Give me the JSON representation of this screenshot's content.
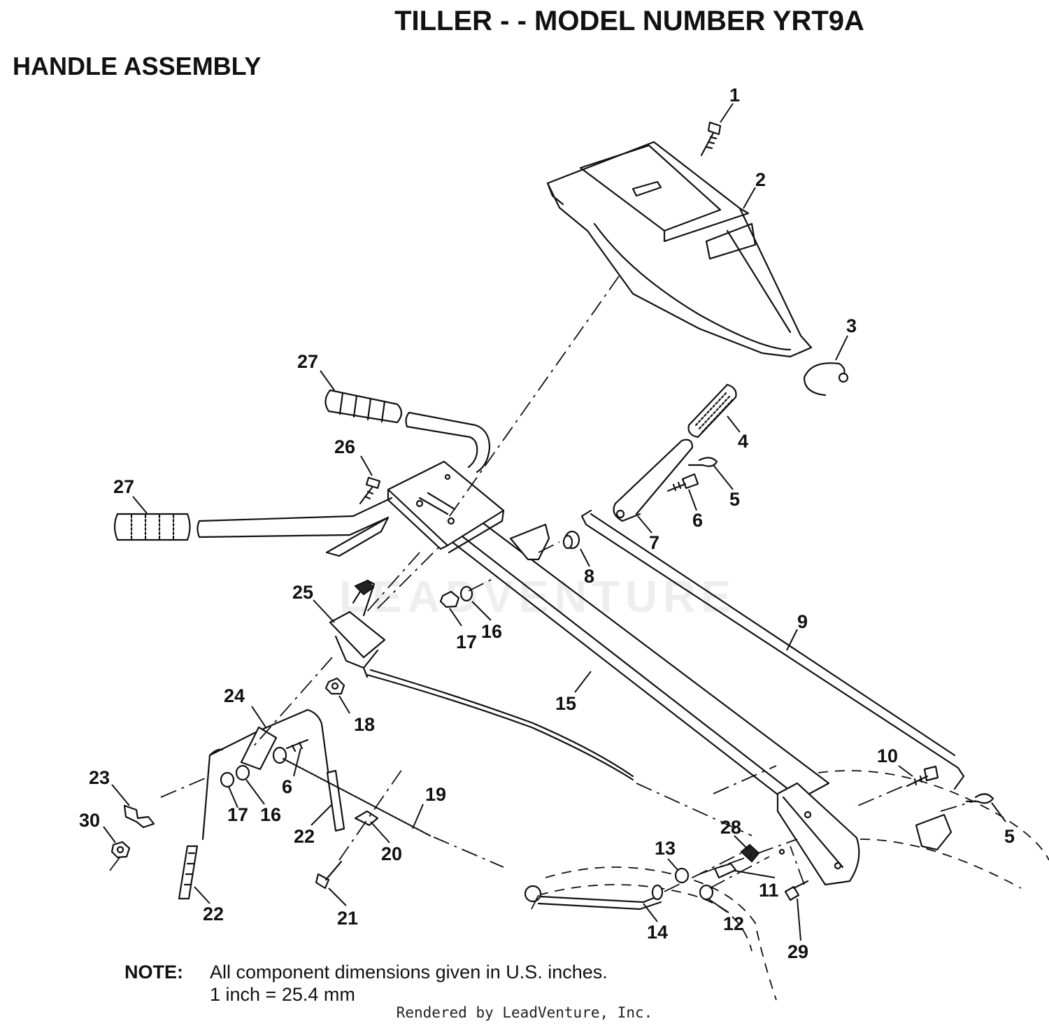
{
  "title": "TILLER - - MODEL NUMBER YRT9A",
  "subtitle": "HANDLE ASSEMBLY",
  "watermark": "LEADVENTURE",
  "callouts": {
    "c1": "1",
    "c2": "2",
    "c3": "3",
    "c4": "4",
    "c5a": "5",
    "c5b": "5",
    "c6a": "6",
    "c6b": "6",
    "c7": "7",
    "c8": "8",
    "c9": "9",
    "c10": "10",
    "c11": "11",
    "c12": "12",
    "c13": "13",
    "c14": "14",
    "c15": "15",
    "c16a": "16",
    "c16b": "16",
    "c17a": "17",
    "c17b": "17",
    "c18": "18",
    "c19": "19",
    "c20": "20",
    "c21": "21",
    "c22a": "22",
    "c22b": "22",
    "c23": "23",
    "c24": "24",
    "c25": "25",
    "c26": "26",
    "c27a": "27",
    "c27b": "27",
    "c28": "28",
    "c29": "29",
    "c30": "30"
  },
  "note": {
    "label": "NOTE:",
    "line1": "All component dimensions given in U.S. inches.",
    "line2": "1 inch = 25.4 mm"
  },
  "footer": "Rendered by LeadVenture, Inc."
}
